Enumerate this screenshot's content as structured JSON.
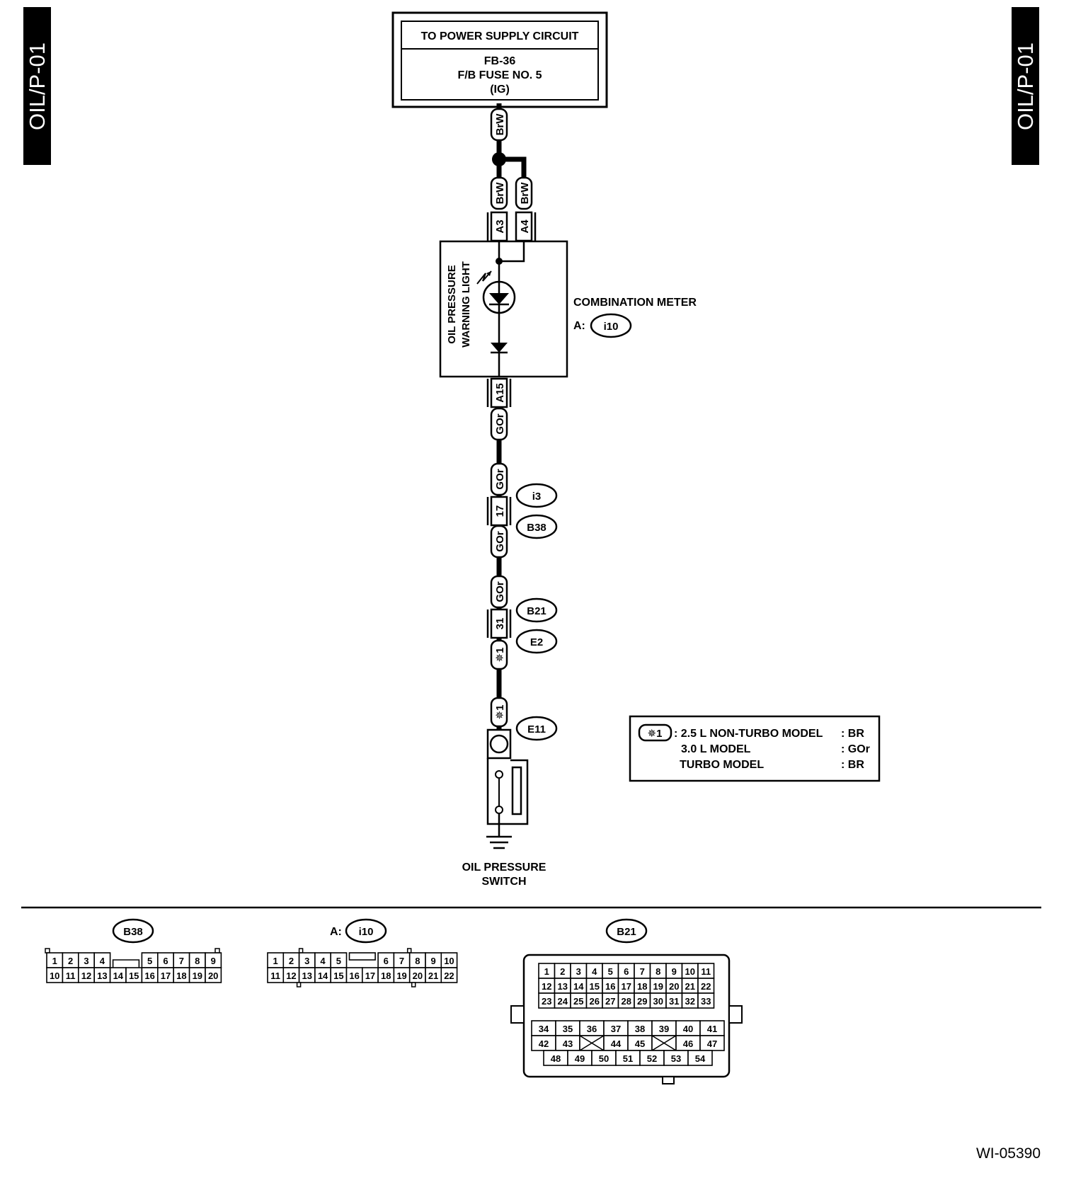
{
  "page_code": "OIL/P-01",
  "figure_id": "WI-05390",
  "power_supply": {
    "title": "TO POWER SUPPLY CIRCUIT",
    "line1": "FB-36",
    "line2": "F/B FUSE NO. 5",
    "line3": "(IG)"
  },
  "wire_colors": {
    "top": "BrW",
    "branch_left": "BrW",
    "branch_right": "BrW",
    "meter_out": "GOr",
    "i3_in": "GOr",
    "b38_out": "GOr",
    "b21_in": "GOr",
    "e2_out": "✵1",
    "e11_in": "✵1"
  },
  "terminals": {
    "a3": "A3",
    "a4": "A4",
    "a15": "A15",
    "pin17": "17",
    "pin31": "31"
  },
  "connector_ids": {
    "i3": "i3",
    "b38": "B38",
    "b21": "B21",
    "e2": "E2",
    "e11": "E11",
    "i10": "i10"
  },
  "combination_meter": {
    "title": "COMBINATION METER",
    "prefix": "A:",
    "connector": "i10",
    "lamp_line1": "OIL PRESSURE",
    "lamp_line2": "WARNING LIGHT"
  },
  "oil_switch": {
    "line1": "OIL PRESSURE",
    "line2": "SWITCH"
  },
  "legend": {
    "mark": "✵1",
    "rows": [
      {
        "model": ": 2.5 L NON-TURBO MODEL",
        "color": ": BR"
      },
      {
        "model": "3.0 L MODEL",
        "color": ": GOr"
      },
      {
        "model": "TURBO MODEL",
        "color": ": BR"
      }
    ]
  },
  "connector_faces": {
    "b38": {
      "label": "B38",
      "row1": [
        "1",
        "2",
        "3",
        "4",
        "",
        "",
        "5",
        "6",
        "7",
        "8",
        "9"
      ],
      "row2": [
        "10",
        "11",
        "12",
        "13",
        "14",
        "15",
        "16",
        "17",
        "18",
        "19",
        "20"
      ]
    },
    "i10": {
      "prefix": "A:",
      "label": "i10",
      "row1": [
        "1",
        "2",
        "3",
        "4",
        "5",
        "",
        "",
        "6",
        "7",
        "8",
        "9",
        "10"
      ],
      "row2": [
        "11",
        "12",
        "13",
        "14",
        "15",
        "16",
        "17",
        "18",
        "19",
        "20",
        "21",
        "22"
      ]
    },
    "b21": {
      "label": "B21",
      "row1": [
        "1",
        "2",
        "3",
        "4",
        "5",
        "6",
        "7",
        "8",
        "9",
        "10",
        "11"
      ],
      "row2": [
        "12",
        "13",
        "14",
        "15",
        "16",
        "17",
        "18",
        "19",
        "20",
        "21",
        "22"
      ],
      "row3": [
        "23",
        "24",
        "25",
        "26",
        "27",
        "28",
        "29",
        "30",
        "31",
        "32",
        "33"
      ],
      "row4": [
        "34",
        "35",
        "36",
        "37",
        "38",
        "39",
        "40",
        "41"
      ],
      "row5": [
        "42",
        "43",
        "",
        "44",
        "45",
        "",
        "46",
        "47"
      ],
      "row6": [
        "48",
        "49",
        "50",
        "51",
        "52",
        "53",
        "54"
      ]
    }
  }
}
